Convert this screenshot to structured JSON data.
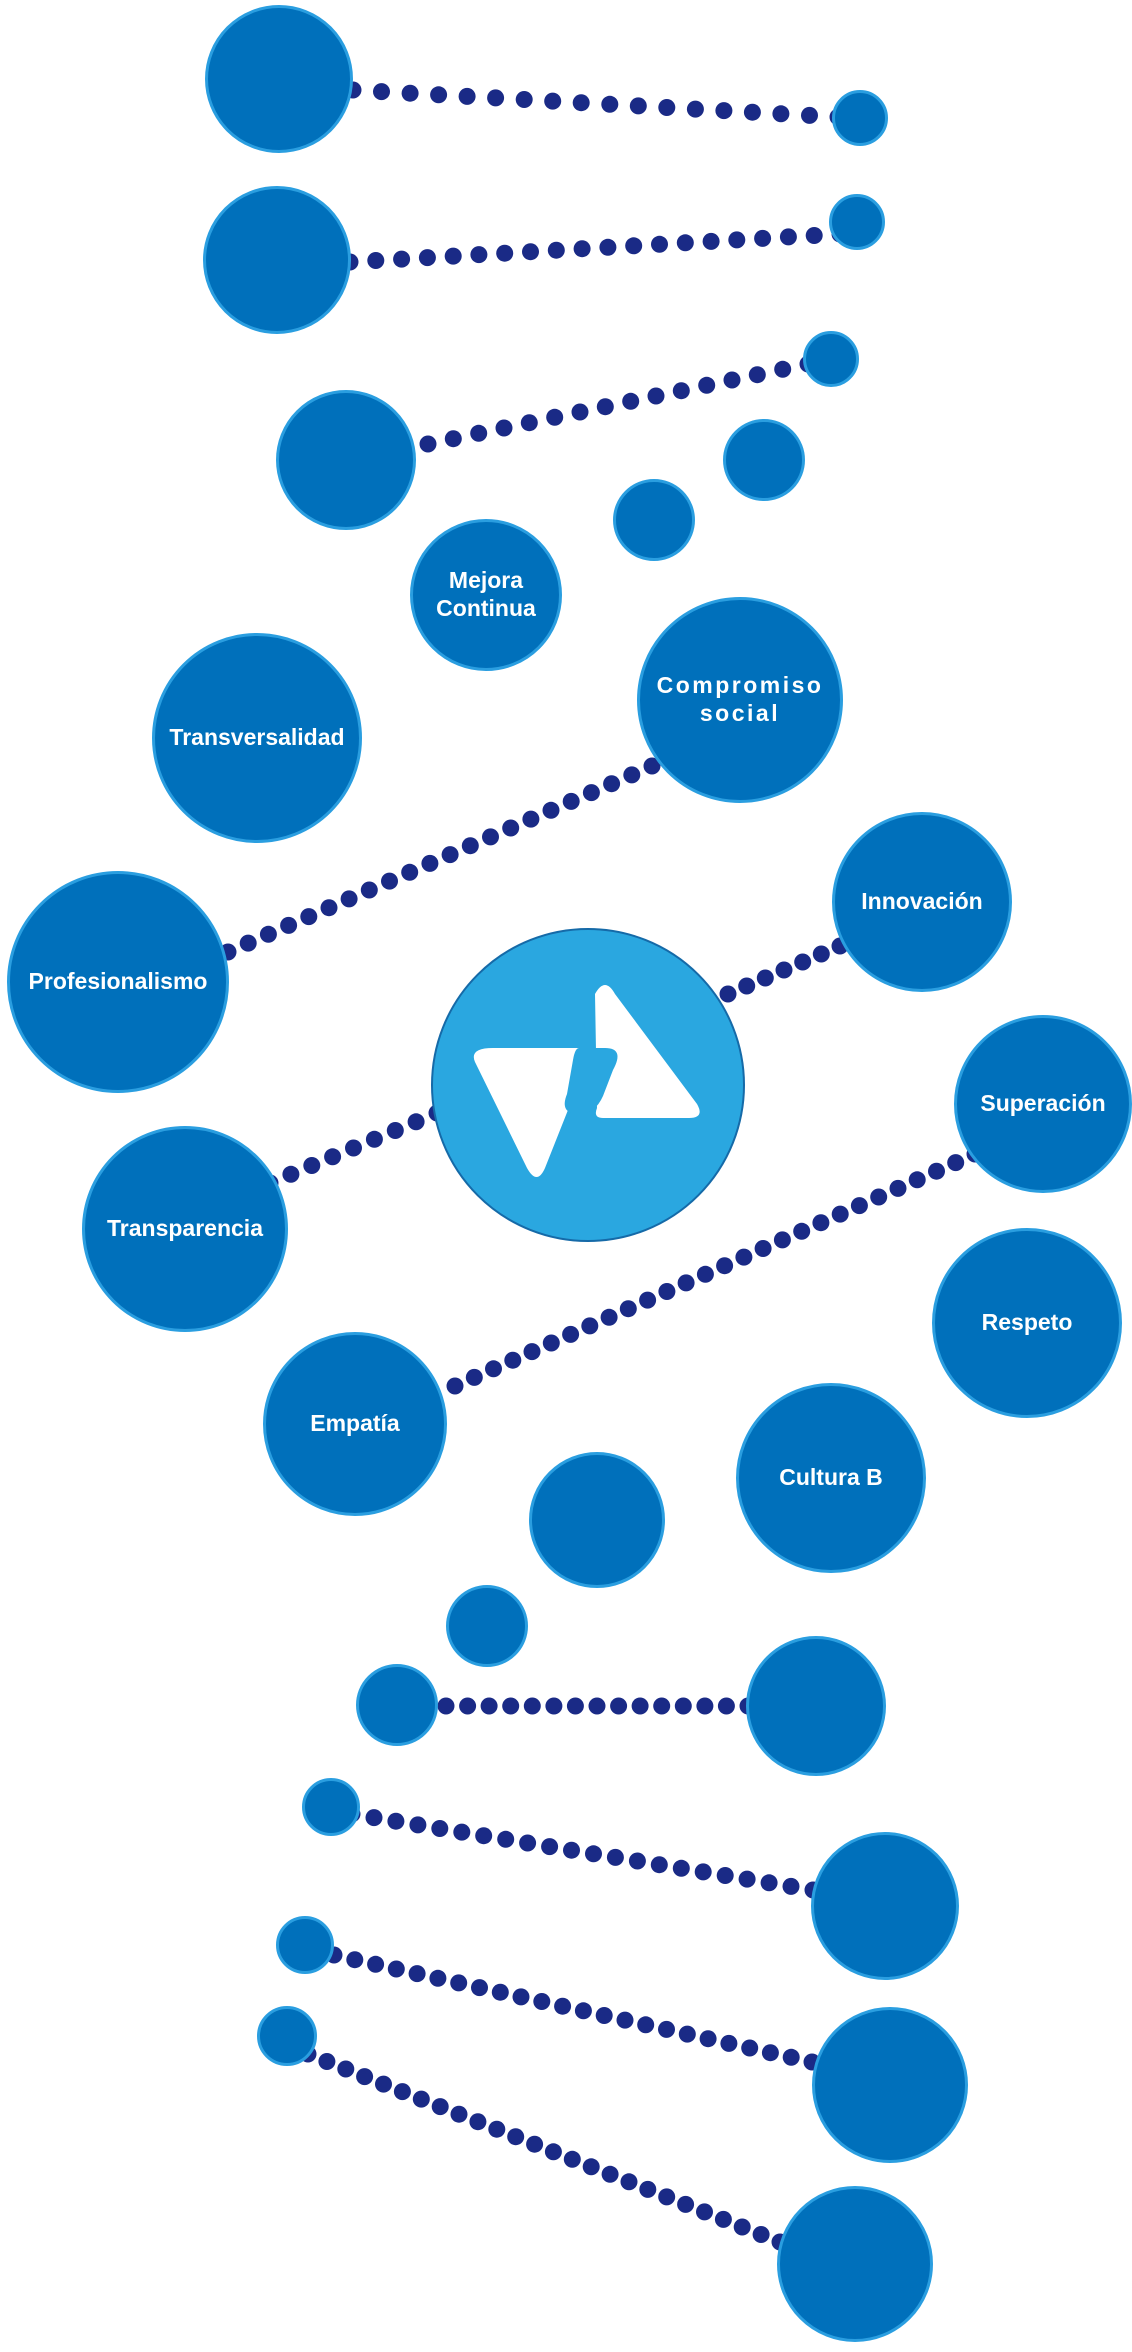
{
  "colors": {
    "node_fill": "#0070bb",
    "node_border": "#2a9ee0",
    "connector_dots": "#1a2a86",
    "center_fill": "#2aa7e0",
    "center_border": "#156aa8",
    "logo_mark": "#ffffff",
    "label_text": "#ffffff"
  },
  "center_logo": {
    "icon": "brand-logo-icon"
  },
  "values": {
    "mejora_continua": "Mejora\nContinua",
    "compromiso_social": "Compromiso\nsocial",
    "transversalidad": "Transversalidad",
    "innovacion": "Innovación",
    "profesionalismo": "Profesionalismo",
    "superacion": "Superación",
    "transparencia": "Transparencia",
    "respeto": "Respeto",
    "empatia": "Empatía",
    "cultura_b": "Cultura B"
  }
}
